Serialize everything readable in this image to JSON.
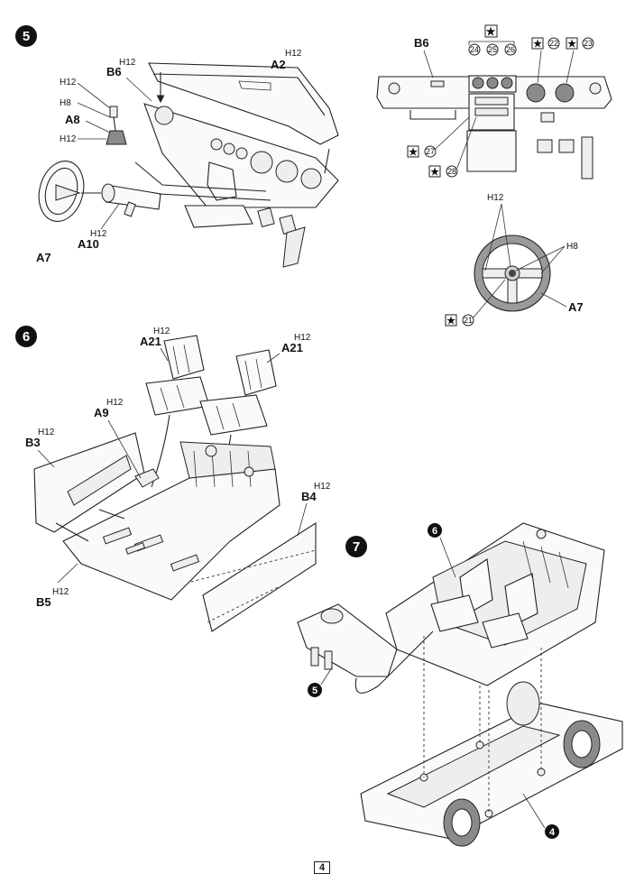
{
  "steps": {
    "s5": "5",
    "s6": "6",
    "s7": "7"
  },
  "step5": {
    "dash_part": "A2",
    "dash_paint": "H12",
    "panel_part": "B6",
    "panel_paint": "H12",
    "shifter_part": "A8",
    "knob_paint_1": "H12",
    "knob_paint_2": "H8",
    "boot_paint": "H12",
    "wheel_part": "A7",
    "column_part": "A10",
    "column_paint": "H12"
  },
  "step5_detail": {
    "panel_part": "B6",
    "gauge_decals": [
      "24",
      "25",
      "26"
    ],
    "decal_22": "22",
    "decal_23": "23",
    "decal_27": "27",
    "decal_28": "28",
    "wheel_paint_1": "H12",
    "wheel_paint_2": "H8",
    "wheel_part": "A7",
    "decal_21": "21"
  },
  "step6": {
    "seat_left_part": "A21",
    "seat_left_paint": "H12",
    "seat_right_part": "A21",
    "seat_right_paint": "H12",
    "lever_part": "A9",
    "lever_paint": "H12",
    "side_left_part": "B3",
    "side_left_paint": "H12",
    "side_right_part": "B4",
    "side_right_paint": "H12",
    "floor_part": "B5",
    "floor_paint": "H12"
  },
  "step7": {
    "interior_ref": "6",
    "dash_ref": "5",
    "chassis_ref": "4"
  },
  "page_number": "4"
}
